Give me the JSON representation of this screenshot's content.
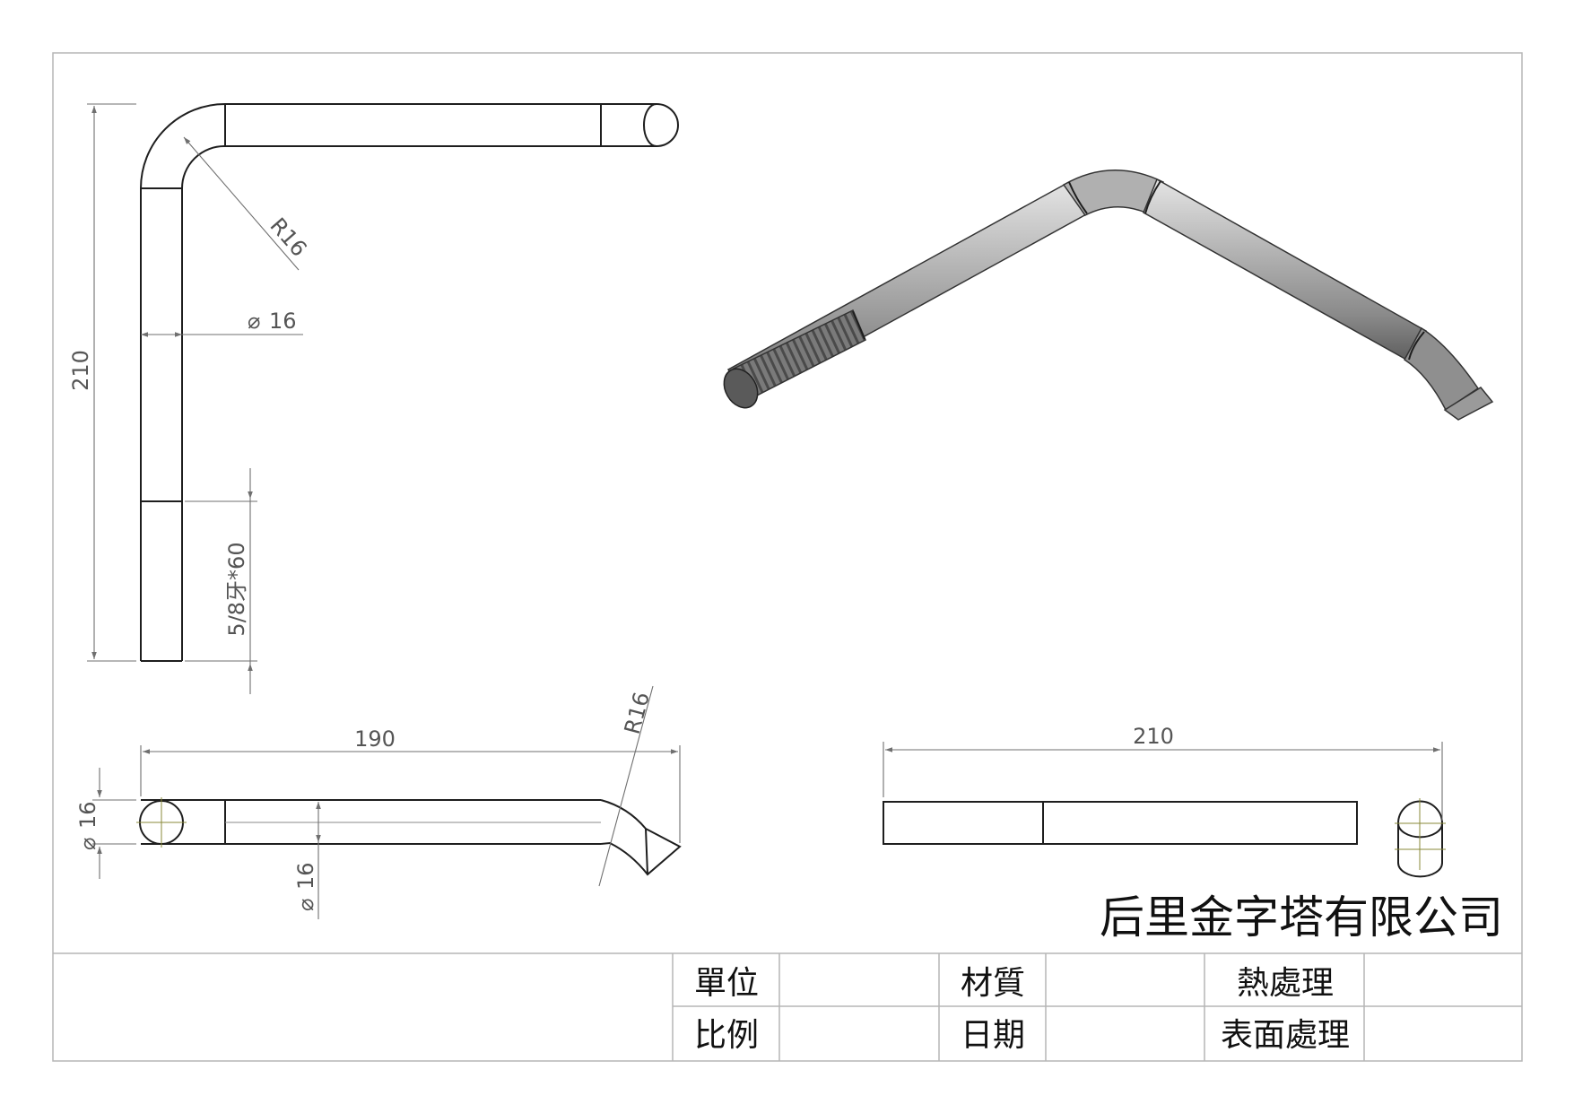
{
  "company": "后里金字塔有限公司",
  "side_view": {
    "height_dim": "210",
    "radius_dim": "R16",
    "diameter_dim": "16",
    "thread_dim": "5/8牙*60"
  },
  "top_view": {
    "length_dim": "190",
    "radius_dim": "R16",
    "left_diameter_dim": "16",
    "bottom_diameter_dim": "16"
  },
  "front_view": {
    "length_dim": "210"
  },
  "title_block": {
    "unit_label": "單位",
    "material_label": "材質",
    "heat_treatment_label": "熱處理",
    "scale_label": "比例",
    "date_label": "日期",
    "surface_treatment_label": "表面處理"
  }
}
